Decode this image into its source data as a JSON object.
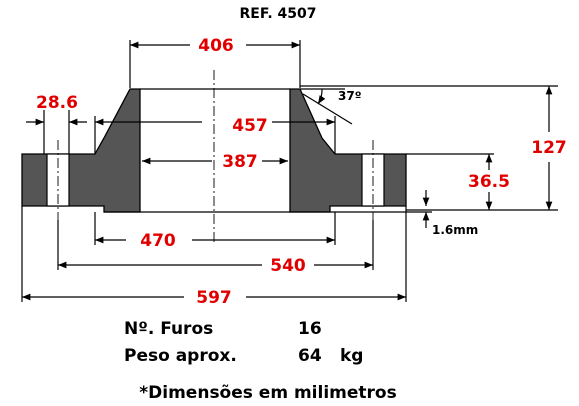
{
  "title": "REF. 4507",
  "dimensions": {
    "hub_top_diameter": "406",
    "hub_base_diameter": "457",
    "bore_diameter": "387",
    "raised_face_diameter": "470",
    "bolt_circle_diameter": "540",
    "outer_diameter": "597",
    "flange_thickness": "28.6",
    "hub_angle": "37º",
    "total_height": "127",
    "flange_height": "36.5",
    "raised_face_height": "1.6mm"
  },
  "info": {
    "holes_label": "Nº. Furos",
    "holes_value": "16",
    "weight_label": "Peso aprox.",
    "weight_value": "64",
    "weight_unit": "kg"
  },
  "footnote": "*Dimensões em milimetros",
  "colors": {
    "dimension_text": "#e00000",
    "section_fill": "#555555"
  }
}
